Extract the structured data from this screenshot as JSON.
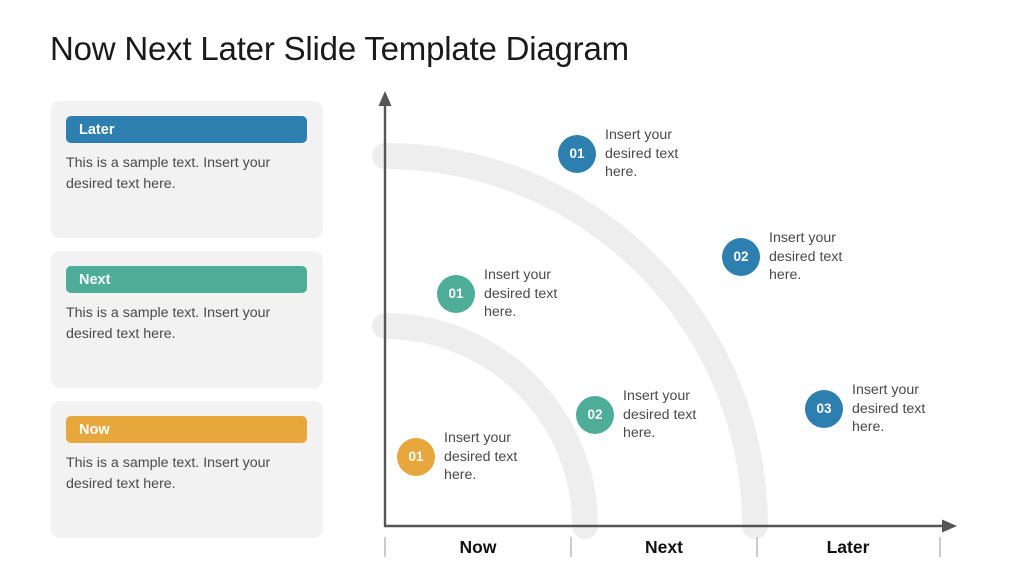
{
  "slide": {
    "title": "Now Next Later Slide Template Diagram"
  },
  "cards": [
    {
      "label": "Later",
      "body": "This is a sample text. Insert your desired text here.",
      "color": "#2d7faf"
    },
    {
      "label": "Next",
      "body": "This is a sample text. Insert your desired text here.",
      "color": "#4dad99"
    },
    {
      "label": "Now",
      "body": "This is a sample text. Insert your desired text here.",
      "color": "#e8a73c"
    }
  ],
  "chart_data": {
    "type": "scatter",
    "title": "Now Next Later Slide Template Diagram",
    "xlabel": "",
    "ylabel": "",
    "x_tick_labels": [
      "Now",
      "Next",
      "Later"
    ],
    "grid": false,
    "legend": false,
    "arcs": [
      {
        "name": "inner-arc",
        "color": "#eeeeee",
        "radius": 200
      },
      {
        "name": "outer-arc",
        "color": "#eeeeee",
        "radius": 370
      }
    ],
    "axis_color": "#555555",
    "markers": [
      {
        "id": "01",
        "color": "#2d7faf",
        "group": "Later",
        "text": "Insert your desired text here.",
        "x": 0.36,
        "y": 0.92
      },
      {
        "id": "02",
        "color": "#2d7faf",
        "group": "Later",
        "text": "Insert your desired text here.",
        "x": 0.64,
        "y": 0.68
      },
      {
        "id": "03",
        "color": "#2d7faf",
        "group": "Later",
        "text": "Insert your desired text here.",
        "x": 0.79,
        "y": 0.32
      },
      {
        "id": "01",
        "color": "#4dad99",
        "group": "Next",
        "text": "Insert your desired text here.",
        "x": 0.13,
        "y": 0.61
      },
      {
        "id": "02",
        "color": "#4dad99",
        "group": "Next",
        "text": "Insert your desired text here.",
        "x": 0.39,
        "y": 0.28
      },
      {
        "id": "01",
        "color": "#e8a73c",
        "group": "Now",
        "text": "Insert your desired text here.",
        "x": 0.05,
        "y": 0.16
      }
    ]
  },
  "axis": {
    "ticks": [
      {
        "label": "Now"
      },
      {
        "label": "Next"
      },
      {
        "label": "Later"
      }
    ]
  }
}
